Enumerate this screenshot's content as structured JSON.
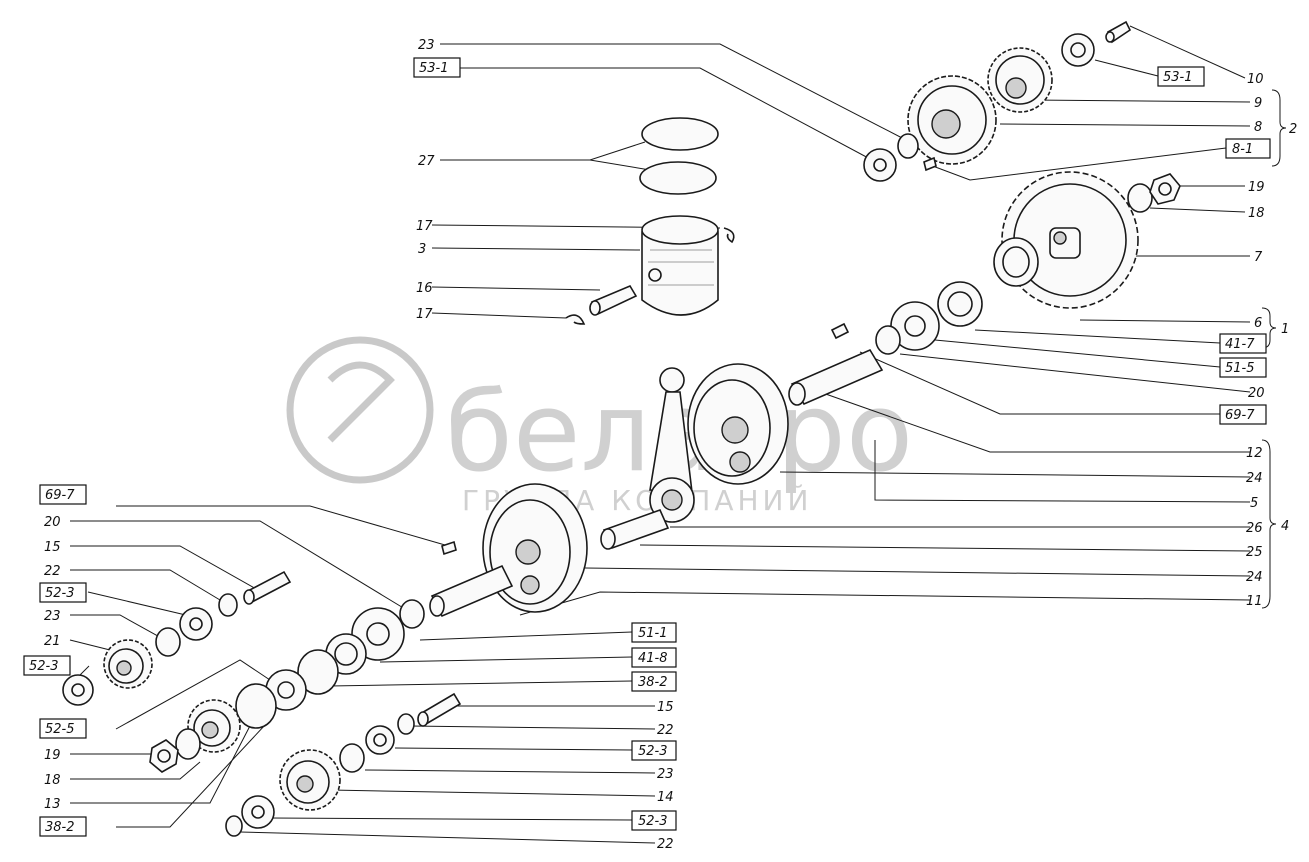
{
  "watermark": {
    "brand": "белагро",
    "subtitle": "ГРУППА КОМПАНИЙ"
  },
  "callouts": [
    {
      "id": "c1",
      "text": "23",
      "boxed": false
    },
    {
      "id": "c2",
      "text": "53-1",
      "boxed": true
    },
    {
      "id": "c3",
      "text": "27",
      "boxed": false
    },
    {
      "id": "c4",
      "text": "17",
      "boxed": false
    },
    {
      "id": "c5",
      "text": "3",
      "boxed": false
    },
    {
      "id": "c6",
      "text": "16",
      "boxed": false
    },
    {
      "id": "c7",
      "text": "17",
      "boxed": false
    },
    {
      "id": "c8",
      "text": "53-1",
      "boxed": true
    },
    {
      "id": "c9",
      "text": "10",
      "boxed": false
    },
    {
      "id": "c10",
      "text": "9",
      "boxed": false
    },
    {
      "id": "c11",
      "text": "8",
      "boxed": false
    },
    {
      "id": "c12",
      "text": "8-1",
      "boxed": true
    },
    {
      "id": "c13",
      "text": "2",
      "boxed": false
    },
    {
      "id": "c14",
      "text": "19",
      "boxed": false
    },
    {
      "id": "c15",
      "text": "18",
      "boxed": false
    },
    {
      "id": "c16",
      "text": "7",
      "boxed": false
    },
    {
      "id": "c17",
      "text": "6",
      "boxed": false
    },
    {
      "id": "c18",
      "text": "41-7",
      "boxed": true
    },
    {
      "id": "c19",
      "text": "1",
      "boxed": false
    },
    {
      "id": "c20",
      "text": "51-5",
      "boxed": true
    },
    {
      "id": "c21",
      "text": "20",
      "boxed": false
    },
    {
      "id": "c22",
      "text": "69-7",
      "boxed": true
    },
    {
      "id": "c23",
      "text": "12",
      "boxed": false
    },
    {
      "id": "c24",
      "text": "24",
      "boxed": false
    },
    {
      "id": "c25",
      "text": "5",
      "boxed": false
    },
    {
      "id": "c26",
      "text": "26",
      "boxed": false
    },
    {
      "id": "c27",
      "text": "4",
      "boxed": false
    },
    {
      "id": "c28",
      "text": "25",
      "boxed": false
    },
    {
      "id": "c29",
      "text": "24",
      "boxed": false
    },
    {
      "id": "c30",
      "text": "11",
      "boxed": false
    },
    {
      "id": "c31",
      "text": "69-7",
      "boxed": true
    },
    {
      "id": "c32",
      "text": "20",
      "boxed": false
    },
    {
      "id": "c33",
      "text": "15",
      "boxed": false
    },
    {
      "id": "c34",
      "text": "22",
      "boxed": false
    },
    {
      "id": "c35",
      "text": "52-3",
      "boxed": true
    },
    {
      "id": "c36",
      "text": "23",
      "boxed": false
    },
    {
      "id": "c37",
      "text": "21",
      "boxed": false
    },
    {
      "id": "c38",
      "text": "52-3",
      "boxed": true
    },
    {
      "id": "c39",
      "text": "52-5",
      "boxed": true
    },
    {
      "id": "c40",
      "text": "19",
      "boxed": false
    },
    {
      "id": "c41",
      "text": "18",
      "boxed": false
    },
    {
      "id": "c42",
      "text": "13",
      "boxed": false
    },
    {
      "id": "c43",
      "text": "38-2",
      "boxed": true
    },
    {
      "id": "c44",
      "text": "51-1",
      "boxed": true
    },
    {
      "id": "c45",
      "text": "41-8",
      "boxed": true
    },
    {
      "id": "c46",
      "text": "38-2",
      "boxed": true
    },
    {
      "id": "c47",
      "text": "15",
      "boxed": false
    },
    {
      "id": "c48",
      "text": "22",
      "boxed": false
    },
    {
      "id": "c49",
      "text": "52-3",
      "boxed": true
    },
    {
      "id": "c50",
      "text": "23",
      "boxed": false
    },
    {
      "id": "c51",
      "text": "14",
      "boxed": false
    },
    {
      "id": "c52",
      "text": "52-3",
      "boxed": true
    },
    {
      "id": "c53",
      "text": "22",
      "boxed": false
    }
  ]
}
